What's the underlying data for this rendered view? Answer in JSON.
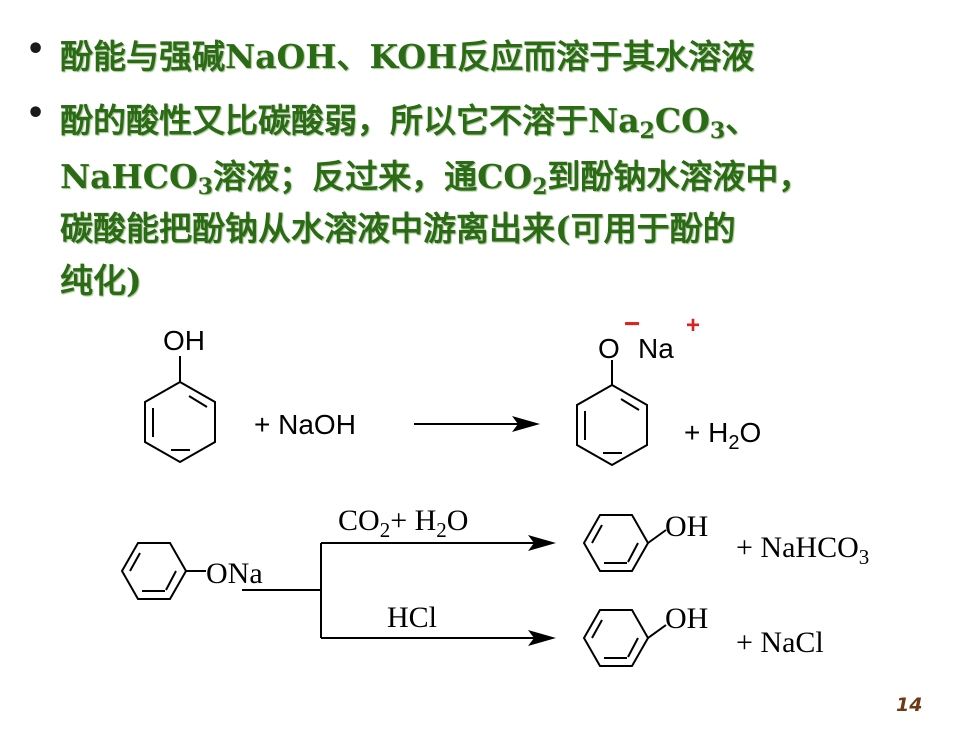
{
  "bullets": {
    "line1": {
      "a": "酚能与强碱",
      "b": "NaOH",
      "c": "、",
      "d": "KOH",
      "e": "反应而溶于其水溶液"
    },
    "line2": {
      "a": "酚的酸性又比碳酸弱，所以它不溶于",
      "b": "Na",
      "b_sub": "2",
      "c": "CO",
      "c_sub": "3",
      "d": "、"
    },
    "line3": {
      "a": "NaHCO",
      "a_sub": "3",
      "b": "溶液；反过来，通",
      "c": "CO",
      "c_sub": "2",
      "d": "到酚钠水溶液中，"
    },
    "line4": {
      "a": "碳酸能把酚钠从水溶液中游离出来",
      "b": "(",
      "c": "可用于酚的"
    },
    "line5": {
      "a": "纯化",
      "b": ")"
    }
  },
  "reaction1": {
    "reactant_oh": "OH",
    "plus_naoh": "+ NaOH",
    "product_o": "O",
    "product_na": "Na",
    "minus_sign": "−",
    "plus_sign": "+",
    "plus_water": "+ H",
    "water_sub": "2",
    "water_o": "O"
  },
  "reaction2": {
    "reactant_ona": "ONa",
    "reagent_top_co": "CO",
    "reagent_top_sub1": "2",
    "reagent_top_mid": "+ H",
    "reagent_top_sub2": "2",
    "reagent_top_o": "O",
    "product_top_oh": "OH",
    "byproduct_top": "+  NaHCO",
    "byproduct_top_sub": "3",
    "reagent_bottom": "HCl",
    "product_bottom_oh": "OH",
    "byproduct_bottom": "+  NaCl"
  },
  "page_number": "14",
  "colors": {
    "bullet_text": "#2c6b15",
    "charge": "#e02020",
    "page_number": "#6e3a14"
  }
}
